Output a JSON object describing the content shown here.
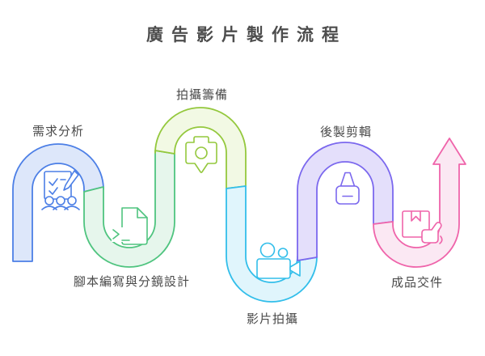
{
  "title": "廣告影片製作流程",
  "title_color": "#4d4d4d",
  "label_color": "#4a4a4a",
  "background": "#ffffff",
  "flow_type": "serpentine-process-arrow",
  "steps": [
    {
      "label": "需求分析",
      "icon": "survey-team-icon",
      "stroke": "#4C7FE6",
      "fill": "#DDE7FA",
      "label_position": "top"
    },
    {
      "label": "腳本編寫與分鏡設計",
      "icon": "script-document-icon",
      "stroke": "#4FC47F",
      "fill": "#E6F6EC",
      "label_position": "bottom"
    },
    {
      "label": "拍攝籌備",
      "icon": "camera-icon",
      "stroke": "#94C83D",
      "fill": "#F2F9E4",
      "label_position": "top"
    },
    {
      "label": "影片拍攝",
      "icon": "video-camera-icon",
      "stroke": "#32BEEA",
      "fill": "#E0F5FC",
      "label_position": "bottom"
    },
    {
      "label": "後製剪輯",
      "icon": "glue-editing-icon",
      "stroke": "#7B68EE",
      "fill": "#E4DFFB",
      "label_position": "top"
    },
    {
      "label": "成品交件",
      "icon": "package-delivery-icon",
      "stroke": "#EF64AA",
      "fill": "#FBE8F3",
      "label_position": "bottom"
    }
  ]
}
